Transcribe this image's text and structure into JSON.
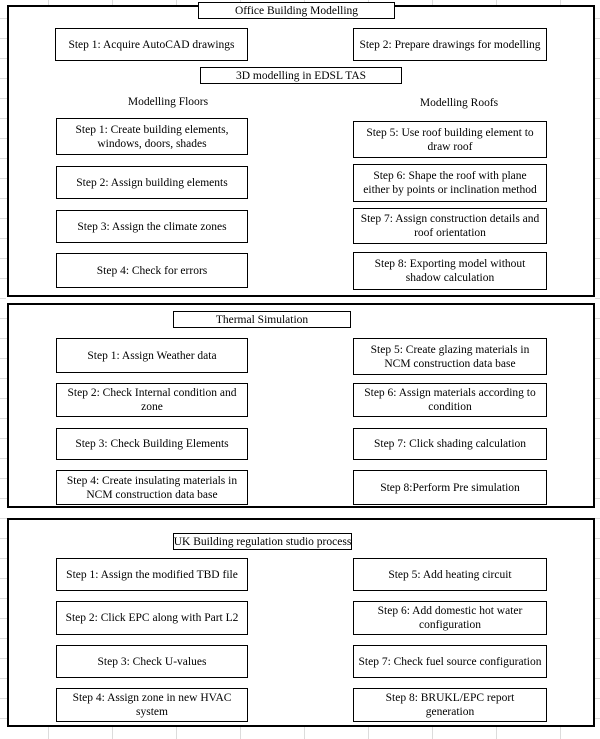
{
  "colors": {
    "grid": "#dcdcdc",
    "border": "#000000",
    "background": "#ffffff"
  },
  "sections": [
    {
      "title": "Office Building Modelling",
      "subtitle": "3D modelling in EDSL TAS",
      "left_header": "Modelling Floors",
      "right_header": "Modelling Roofs",
      "intro_steps": [
        "Step 1: Acquire AutoCAD drawings",
        "Step 2: Prepare drawings for modelling"
      ],
      "left_steps": [
        "Step 1: Create building elements,\nwindows, doors, shades",
        "Step 2: Assign building elements",
        "Step 3: Assign the climate zones",
        "Step 4: Check for errors"
      ],
      "right_steps": [
        "Step 5: Use roof building element to\ndraw roof",
        "Step 6: Shape the roof with plane\neither by points or inclination method",
        "Step 7: Assign construction details and\nroof orientation",
        "Step 8: Exporting model without\nshadow calculation"
      ]
    },
    {
      "title": "Thermal Simulation",
      "left_steps": [
        "Step 1: Assign Weather data",
        "Step 2: Check Internal condition and\nzone",
        "Step 3: Check Building Elements",
        "Step 4: Create insulating materials in\nNCM construction data base"
      ],
      "right_steps": [
        "Step 5: Create glazing materials  in\nNCM construction data base",
        "Step 6: Assign materials according to\ncondition",
        "Step 7: Click shading calculation",
        "Step 8:Perform Pre simulation"
      ]
    },
    {
      "title": "UK Building regulation studio process",
      "left_steps": [
        "Step 1: Assign the modified TBD file",
        "Step 2: Click EPC along with Part L2",
        "Step 3: Check U-values",
        "Step 4: Assign zone in new HVAC\nsystem"
      ],
      "right_steps": [
        "Step 5:  Add heating circuit",
        "Step 6:  Add domestic hot water\nconfiguration",
        "Step 7:  Check fuel source configuration",
        "Step 8:  BRUKL/EPC report\ngeneration"
      ]
    }
  ]
}
